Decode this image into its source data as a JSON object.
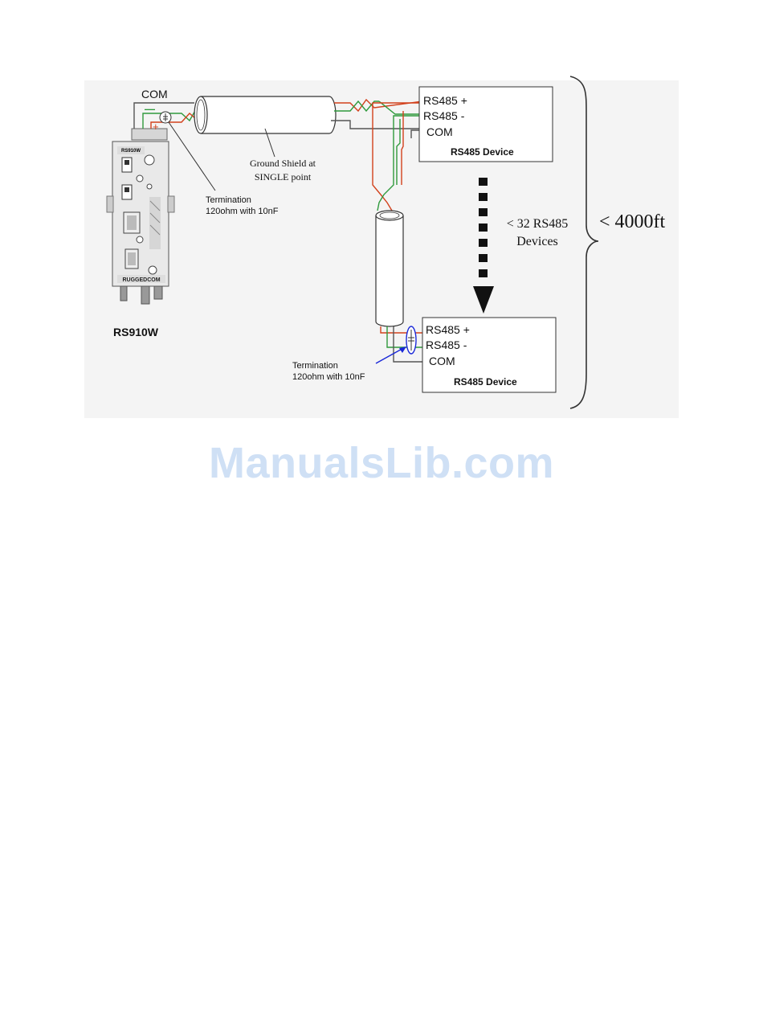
{
  "diagram": {
    "top_com_label": "COM",
    "minus_sign": "—",
    "plus_sign": "+",
    "ground_shield_line1": "Ground Shield at",
    "ground_shield_line2": "SINGLE point",
    "termination_top_line1": "Termination",
    "termination_top_line2": "120ohm with 10nF",
    "termination_bottom_line1": "Termination",
    "termination_bottom_line2": "120ohm with 10nF",
    "device_top": {
      "pin_plus": "RS485 +",
      "pin_minus": "RS485 -",
      "pin_com": "COM",
      "title": "RS485 Device"
    },
    "device_bottom": {
      "pin_plus": "RS485 +",
      "pin_minus": "RS485 -",
      "pin_com": "COM",
      "title": "RS485 Device"
    },
    "devices_count_line1": "< 32 RS485",
    "devices_count_line2": "Devices",
    "distance_label": "< 4000ft",
    "rs910w_label": "RS910W",
    "unit": {
      "model_top": "RS910W",
      "brand": "RUGGEDCOM"
    },
    "colors": {
      "background": "#f4f4f4",
      "wire_red": "#d2411c",
      "wire_green": "#2f9a3c",
      "arrow_blue": "#1a28d8"
    }
  },
  "watermark": "ManualsLib.com"
}
